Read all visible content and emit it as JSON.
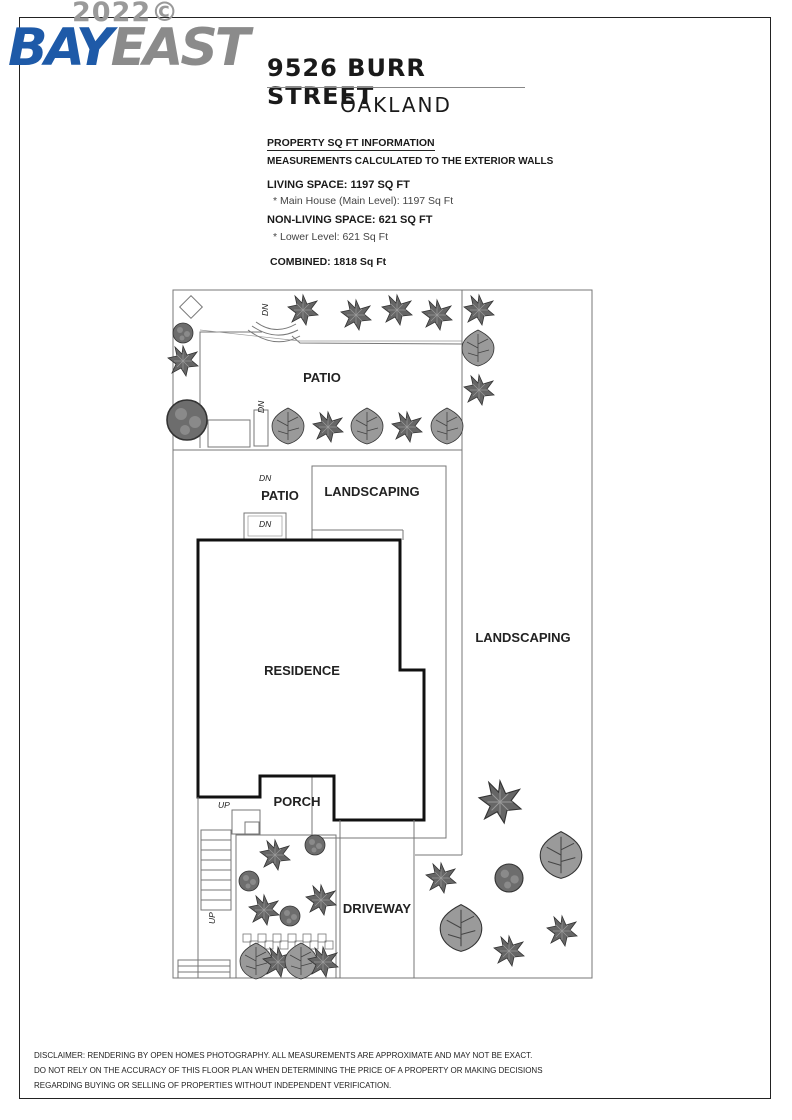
{
  "logo": {
    "year": "2022©",
    "brand_bay": "BAY",
    "brand_east": "EAST"
  },
  "header": {
    "address": "9526 BURR STREET",
    "city": "OAKLAND"
  },
  "sqft_info": {
    "heading": "PROPERTY SQ FT INFORMATION",
    "note": "MEASUREMENTS CALCULATED TO THE EXTERIOR WALLS",
    "living": "LIVING SPACE: 1197 SQ FT",
    "living_detail": "*   Main House (Main Level):   1197 Sq Ft",
    "nonliving": "NON-LIVING SPACE: 621 SQ FT",
    "nonliving_detail": "*   Lower Level:   621 Sq Ft",
    "combined": "COMBINED:    1818  Sq Ft"
  },
  "plan_labels": {
    "patio_top": "PATIO",
    "patio_small": "PATIO",
    "landscaping_center": "LANDSCAPING",
    "landscaping_right": "LANDSCAPING",
    "residence": "RESIDENCE",
    "porch": "PORCH",
    "driveway": "DRIVEWAY",
    "dn": "DN",
    "up": "UP"
  },
  "disclaimer": {
    "line1": "DISCLAIMER: RENDERING BY OPEN HOMES PHOTOGRAPHY. ALL MEASUREMENTS ARE APPROXIMATE AND MAY NOT BE EXACT.",
    "line2": "DO NOT RELY ON THE ACCURACY OF THIS FLOOR PLAN WHEN DETERMINING THE PRICE OF A PROPERTY OR MAKING DECISIONS",
    "line3": "REGARDING BUYING OR SELLING OF PROPERTIES WITHOUT INDEPENDENT VERIFICATION."
  },
  "colors": {
    "brand_blue": "#1e5aa8",
    "brand_gray": "#8b8b8b",
    "plant_fill": "#6d6d6d"
  }
}
